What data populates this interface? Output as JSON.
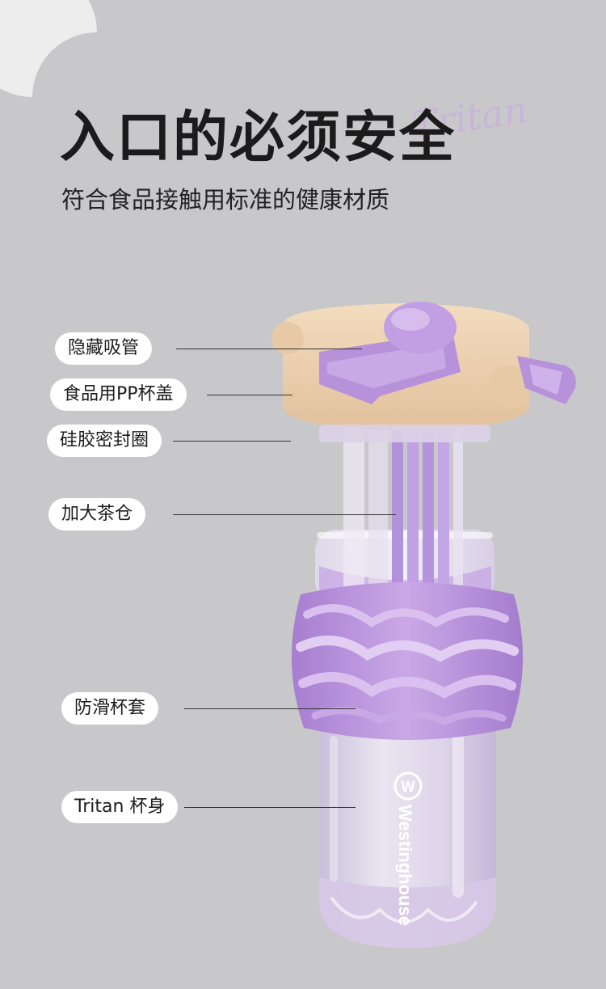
{
  "heading": {
    "title": "入口的必须安全",
    "subtitle": "符合食品接触用标准的健康材质",
    "script_word": "Tritan"
  },
  "callouts": [
    {
      "label": "隐藏吸管"
    },
    {
      "label": "食品用PP杯盖"
    },
    {
      "label": "硅胶密封圈"
    },
    {
      "label": "加大茶仓"
    },
    {
      "label": "防滑杯套"
    },
    {
      "label": "Tritan 杯身"
    }
  ],
  "product": {
    "brand": "Westinghouse",
    "logo_letter": "W",
    "colors": {
      "background": "#c8c8ca",
      "lid": "#eccfae",
      "lavender": "#b792da",
      "lavender_dark": "#9c6fc8",
      "clear_body": "#dcd3e8"
    }
  }
}
